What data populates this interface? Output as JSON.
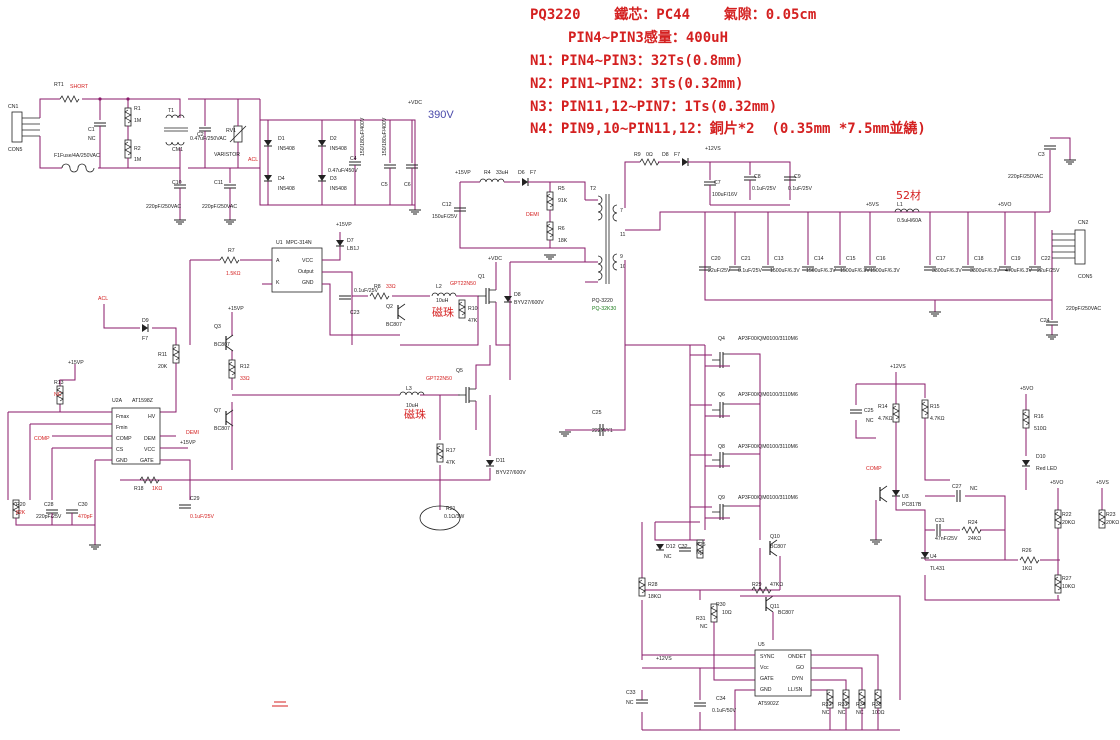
{
  "spec_lines": [
    "PQ3220    鐵芯：PC44    氣隙：0.05cm",
    "PIN4~PIN3感量：400uH",
    "N1：PIN4~PIN3：32Ts(0.8mm)",
    "N2：PIN1~PIN2：3Ts(0.32mm)",
    "N3：PIN11,12~PIN7：1Ts(0.32mm)",
    "N4：PIN9,10~PIN11,12：銅片*2  (0.35mm *7.5mm並繞)"
  ],
  "annotations": {
    "vdc_voltage": "390V",
    "bead_l2": "磁珠",
    "bead_l3": "磁珠",
    "inductor_52": "52材"
  },
  "labels": {
    "CN1": "CN1",
    "CON5_left": "CON5",
    "RT1": "RT1",
    "short": "SHORT",
    "R1": "R1",
    "R1v": "1M",
    "R2": "R2",
    "R2v": "1M",
    "C1": "C1",
    "C1v": "NC",
    "F1": "F1Fuse/4A/250VAC",
    "T1": "T1",
    "CM1": "CM1",
    "C2": "C2",
    "C2v": "0.47uF/250VAC",
    "RV1": "RV1",
    "varistor": "VARISTOR",
    "ACL": "ACL",
    "C10": "C10",
    "C10v": "220pF/250VAC",
    "C11": "C11",
    "C11v": "220pF/250VAC",
    "D1": "D1",
    "D2": "D2",
    "D3": "D3",
    "D4": "D4",
    "D1v": "IN5408",
    "D2v": "IN5408",
    "D3v": "IN5408",
    "D4v": "IN5408",
    "C4": "C4",
    "C4v": "0.47uF/450V",
    "C5": "C5",
    "C5v": "150/180uF/400V",
    "C6": "C6",
    "C6v": "150/180uF/400V",
    "vdc": "+VDC",
    "p15": "+15VP",
    "R4": "R4",
    "R4v": "33uH",
    "D6": "D6",
    "F7": "F7",
    "R5": "R5",
    "R5v": "91K",
    "R6": "R6",
    "R6v": "18K",
    "C12": "C12",
    "C12v": "150uF/25V",
    "DEMI": "DEMI",
    "T2": "T2",
    "pq3220": "PQ-3220",
    "pq3230": "PQ-32K30",
    "R9": "R9",
    "R9v": "0Ω",
    "D8": "D8",
    "F7b": "F7",
    "p12vs": "+12VS",
    "C7": "C7",
    "C7v": "100uF/16V",
    "C8": "C8",
    "C8v": "0.1uF/25V",
    "C9": "C9",
    "C9v": "0.1uF/25V",
    "C3": "C3",
    "C3v": "220pF/250VAC",
    "p5vs": "+5VS",
    "p5vo": "+5VO",
    "L1": "L1",
    "L1v": "0.5uH/60A",
    "C20": "C20",
    "C20v": "22uF/25V",
    "C21": "C21",
    "C21v": "0.1uF/25V",
    "C13": "C13",
    "C13v": "1500uF/6.3V",
    "C14": "C14",
    "C14v": "1500uF/6.3V",
    "C15": "C15",
    "C15v": "1500uF/6.3V",
    "C16": "C16",
    "C16v": "1500uF/6.3V",
    "C17": "C17",
    "C17v": "3300uF/6.3V",
    "C18": "C18",
    "C18v": "3300uF/6.3V",
    "C19": "C19",
    "C19v": "470uF/6.3V",
    "C22": "C22",
    "C22v": "22uF/25V",
    "CN2": "CN2",
    "CON5_right": "CON5",
    "C24": "C24",
    "C24v": "220pF/250VAC",
    "R7": "R7",
    "R7v": "1.5KΩ",
    "U1": "U1",
    "U1v": "MPC-314N",
    "u1A": "A",
    "u1K": "K",
    "u1VCC": "VCC",
    "u1OUT": "Output",
    "u1GND": "GND",
    "D7": "D7",
    "D7v": "LB1J",
    "C23": "C23",
    "C23v": "0.1uF/25V",
    "R8": "R8",
    "R8v": "33Ω",
    "L2": "L2",
    "L2v": "10uH",
    "gpt1": "GPT22N50",
    "Q1": "Q1",
    "Q2": "Q2",
    "Q2v": "BC807",
    "R10": "R10",
    "R10v": "47K",
    "D8b": "D8",
    "D8bv": "BYV27/600V",
    "D9": "D9",
    "D9v": "F7",
    "R11": "R11",
    "R11v": "20K",
    "Q3": "Q3",
    "Q3v": "BC807",
    "R12": "R12",
    "R12v": "33Ω",
    "R13": "R13",
    "R13v": "NC",
    "p15b": "+15VP",
    "U2": "U2A",
    "U2v": "AT1598Z",
    "Fmax": "Fmax",
    "Fmin": "Fmin",
    "COMP": "COMP",
    "CS": "CS",
    "GND": "GND",
    "HV": "HV",
    "DEM": "DEM",
    "VCC": "VCC",
    "GATE": "GATE",
    "Q7": "Q7",
    "Q7v": "BC807",
    "R18": "R18",
    "R18v": "1KΩ",
    "R20": "R20",
    "R20v": "82K",
    "C28": "C28",
    "C28v": "220pF/25V",
    "C30": "C30",
    "C30v": "470pF",
    "C29": "C29",
    "C29v": "0.1uF/25V",
    "COMP_lbl": "COMP",
    "DEM_lbl": "DEMI",
    "Q5": "Q5",
    "gpt2": "GPT22N50",
    "L3": "L3",
    "L3v": "10uH",
    "R17": "R17",
    "R17v": "47K",
    "D11": "D11",
    "D11v": "BYV27/600V",
    "R21": "R21",
    "R21v": "0.1Ω/3W",
    "C25": "C25",
    "C25v": "222M/Y1",
    "Q4": "Q4",
    "Q6": "Q6",
    "Q8": "Q8",
    "Q9": "Q9",
    "mosv": "AP3F00/QM0100/3110M6",
    "D12": "D12",
    "D12v": "NC",
    "C32": "C32",
    "R25": "R25",
    "R25v": "NC",
    "Q10": "Q10",
    "Q10v": "BC807",
    "R28": "R28",
    "R28v": "18KΩ",
    "R29": "R29",
    "R29v": "47KΩ",
    "R30": "R30",
    "R30v": "10Ω",
    "R31": "R31",
    "R31v": "NC",
    "Q11": "Q11",
    "Q11v": "BC807",
    "U5": "U5",
    "U5v": "AT5902Z",
    "SYNC": "SYNC",
    "Vcc": "Vcc",
    "GATE5": "GATE",
    "GND5": "GND",
    "ONDET": "ONDET",
    "GO": "GO",
    "DYN": "DYN",
    "LLSN": "LL/SN",
    "p12vs2": "+12VS",
    "C33": "C33",
    "C33v": "NC",
    "C34": "C34",
    "C34v": "0.1uF/50V",
    "R32": "R32",
    "R32v": "NC",
    "R33": "R33",
    "R33v": "NC",
    "R34": "R34",
    "R34v": "NC",
    "R35": "R35",
    "R35v": "100Ω",
    "p12vs3": "+12VS",
    "C25b": "C25",
    "C25bv": "NC",
    "R14": "R14",
    "R14v": "4.7KΩ",
    "R15": "R15",
    "R15v": "4.7KΩ",
    "COMP2": "COMP",
    "U3": "U3",
    "U3v": "PC817B",
    "C27": "C27",
    "C27v": "NC",
    "C31": "C31",
    "C31v": "47nF/25V",
    "R24": "R24",
    "R24v": "24KΩ",
    "U4": "U4",
    "U4v": "TL431",
    "R26": "R26",
    "R26v": "1KΩ",
    "p5vo2": "+5VO",
    "R16": "R16",
    "R16v": "510Ω",
    "D10": "D10",
    "D10v": "Red LED",
    "p5vo3": "+5VO",
    "p5vs2": "+5VS",
    "R22": "R22",
    "R22v": "20KΩ",
    "R23": "R23",
    "R23v": "20KΩ",
    "R27": "R27",
    "R27v": "10KΩ",
    "ACL2": "ACL",
    "p15c": "+15VP",
    "p15d": "+15VP",
    "p15e": "+15VP",
    "vdcb": "+VDC",
    "vdcc": "+VDC",
    "p5vs3": "+5VS"
  }
}
